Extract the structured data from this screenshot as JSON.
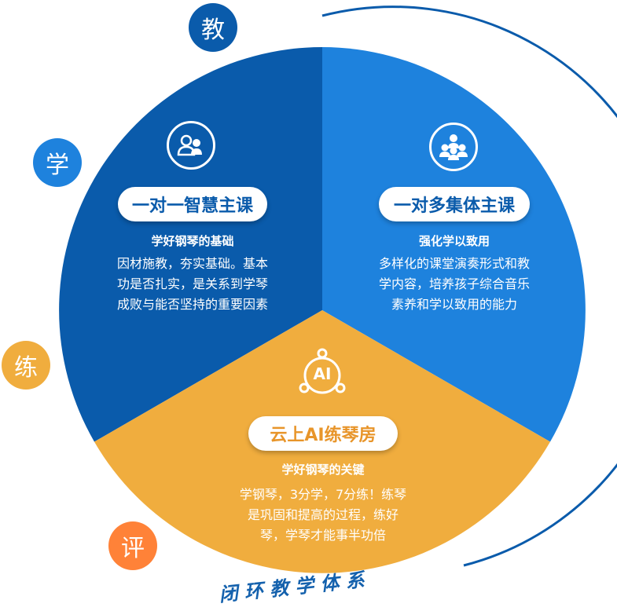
{
  "colors": {
    "dark_blue": "#0a5bab",
    "light_blue": "#1e82dd",
    "orange": "#f0ad3e",
    "bubble_orange": "#ff8238",
    "text_dark": "#1461ad"
  },
  "bubbles": {
    "teach": "教",
    "learn": "学",
    "practice": "练",
    "evaluate": "评"
  },
  "segments": {
    "left": {
      "title": "一对一智慧主课",
      "subtitle": "学好钢琴的基础",
      "lines": [
        "因材施教，夯实基础。基本",
        "功是否扎实，是关系到学琴",
        "成败与能否坚持的重要因素"
      ],
      "icon": "two-people-icon"
    },
    "right": {
      "title": "一对多集体主课",
      "subtitle": "强化学以致用",
      "lines": [
        "多样化的课堂演奏形式和教",
        "学内容，培养孩子综合音乐",
        "素养和学以致用的能力"
      ],
      "icon": "group-icon"
    },
    "bottom": {
      "title": "云上AI练琴房",
      "subtitle": "学好钢琴的关键",
      "lines": [
        "学钢琴，3分学，7分练！练琴",
        "是巩固和提高的过程，练好",
        "琴，学琴才能事半功倍"
      ],
      "icon": "ai-icon",
      "icon_text": "AI"
    }
  },
  "arc_title": "闭 环 教 学 体 系"
}
